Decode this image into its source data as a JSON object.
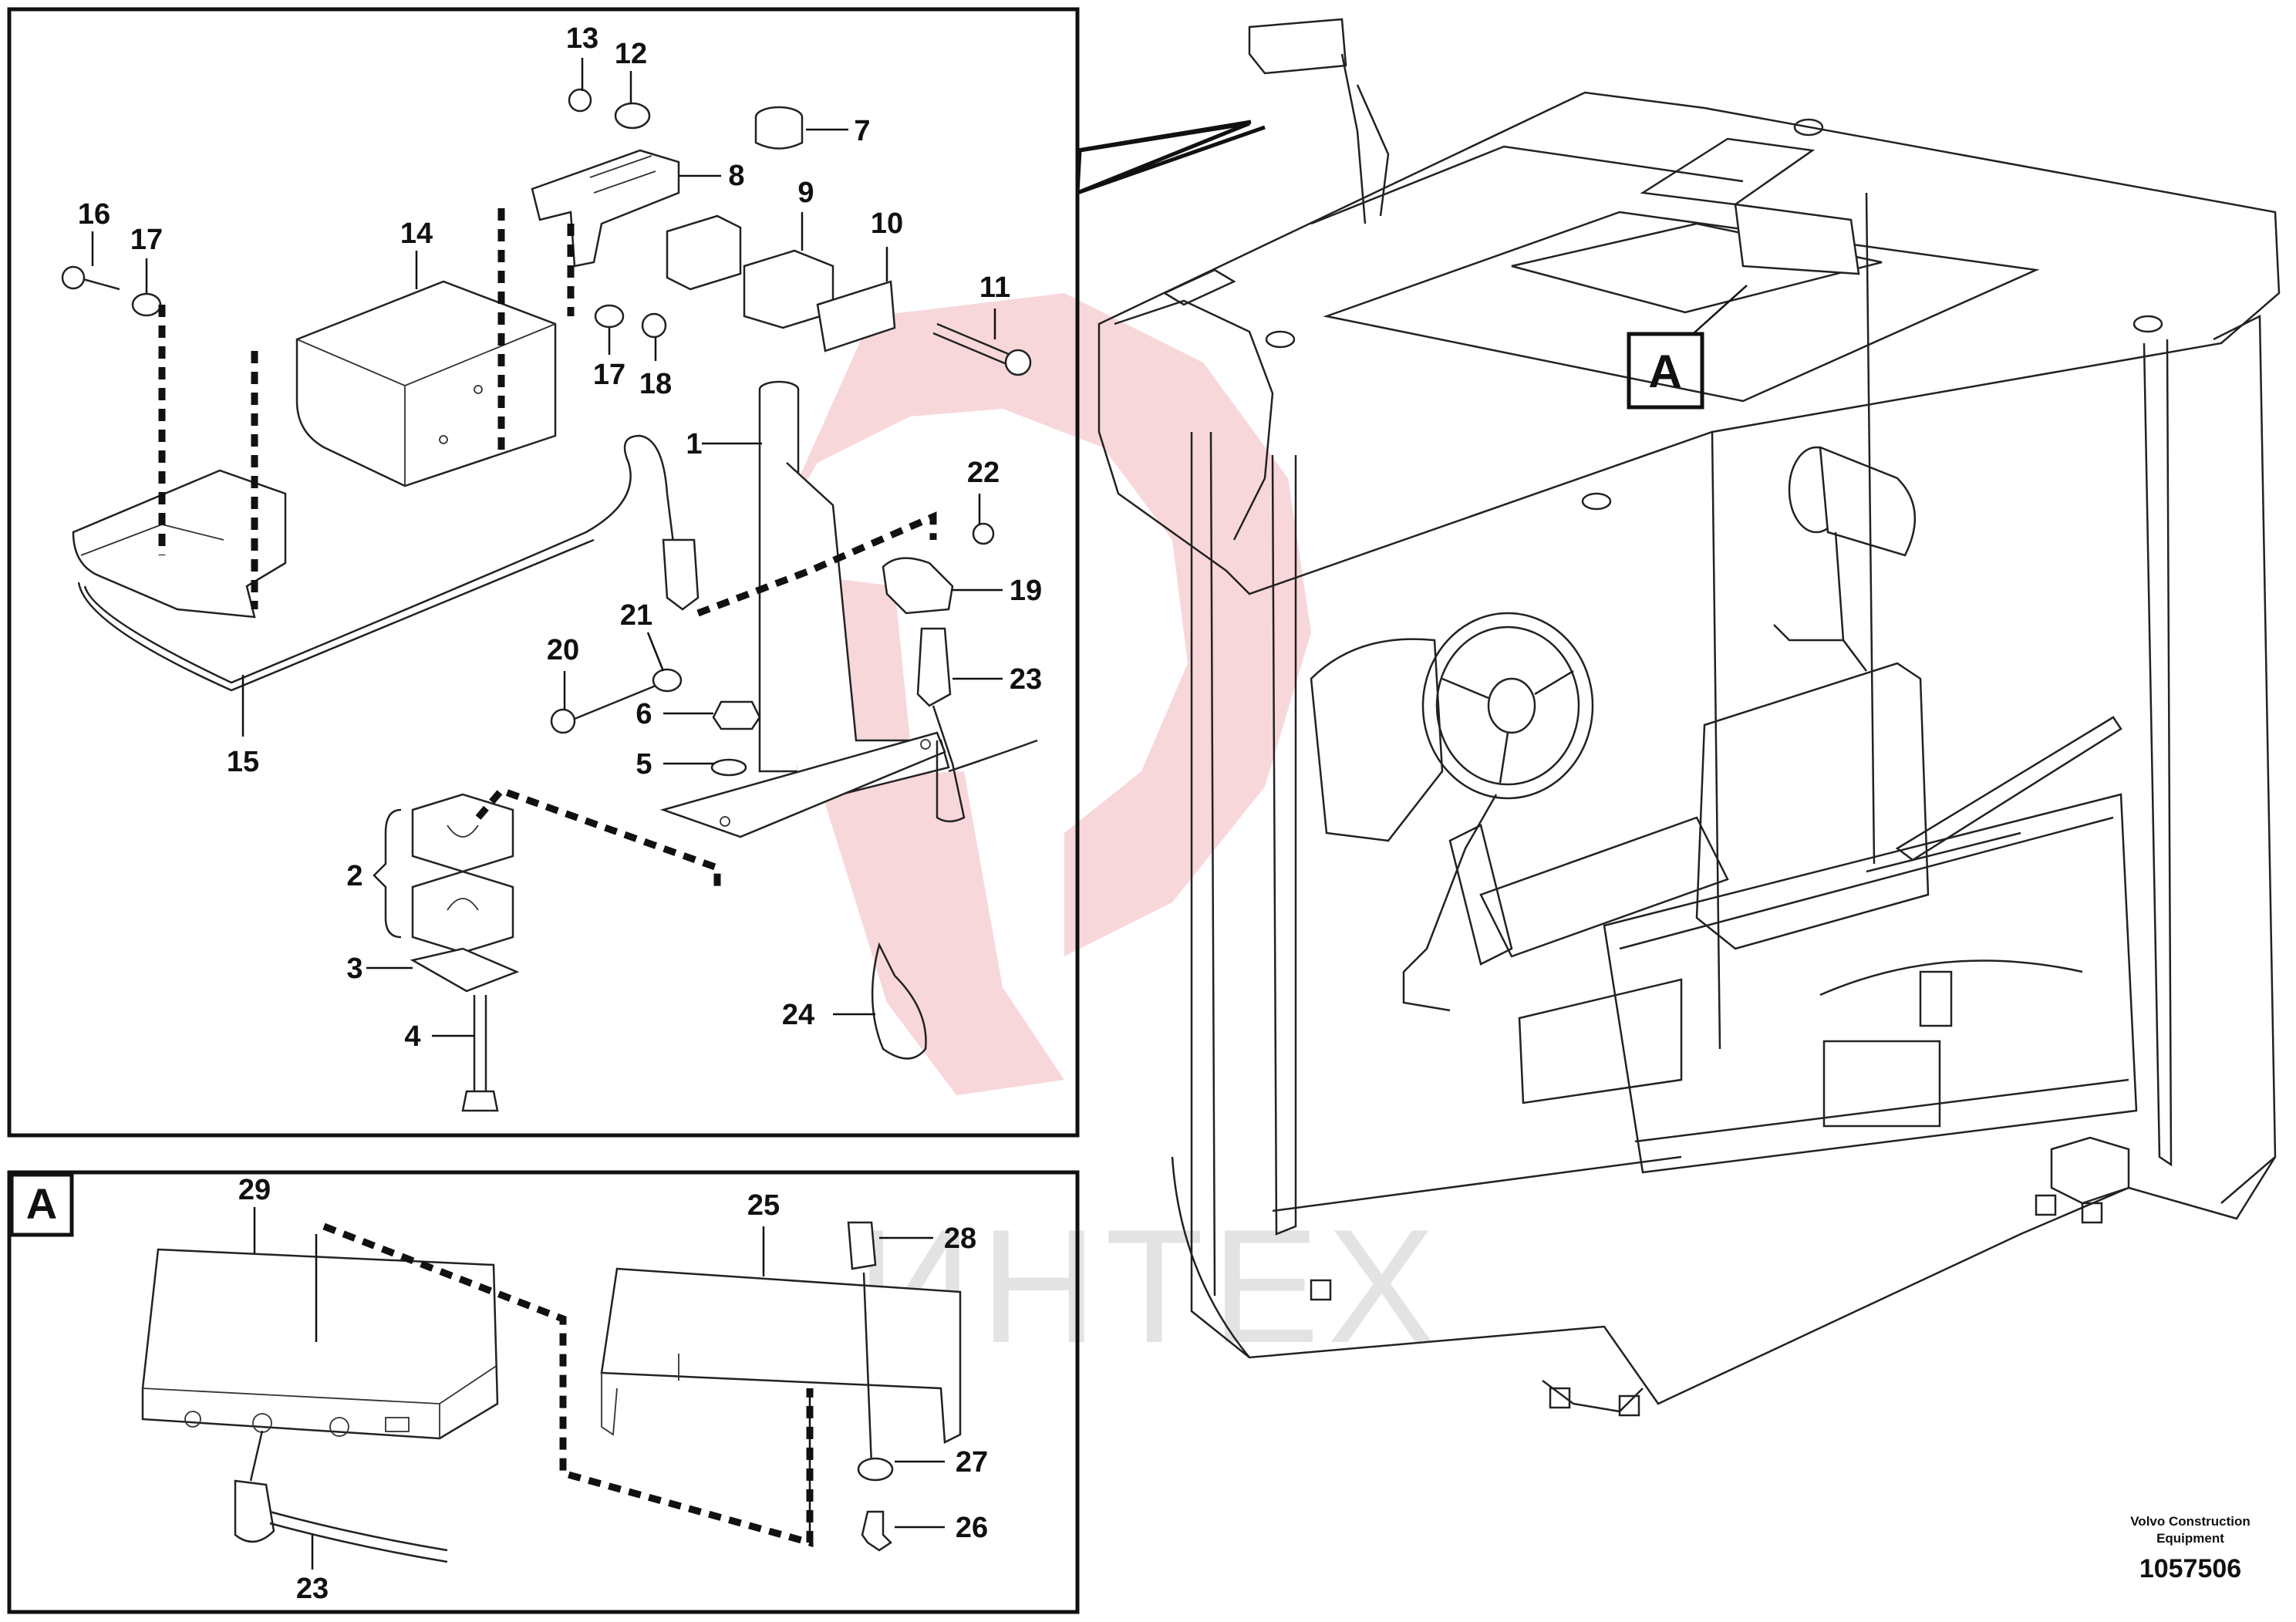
{
  "diagram": {
    "callouts": [
      {
        "id": "c1",
        "text": "1"
      },
      {
        "id": "c2",
        "text": "2"
      },
      {
        "id": "c3",
        "text": "3"
      },
      {
        "id": "c4",
        "text": "4"
      },
      {
        "id": "c5",
        "text": "5"
      },
      {
        "id": "c6",
        "text": "6"
      },
      {
        "id": "c7",
        "text": "7"
      },
      {
        "id": "c8",
        "text": "8"
      },
      {
        "id": "c9",
        "text": "9"
      },
      {
        "id": "c10",
        "text": "10"
      },
      {
        "id": "c11",
        "text": "11"
      },
      {
        "id": "c12",
        "text": "12"
      },
      {
        "id": "c13",
        "text": "13"
      },
      {
        "id": "c14",
        "text": "14"
      },
      {
        "id": "c15",
        "text": "15"
      },
      {
        "id": "c16",
        "text": "16"
      },
      {
        "id": "c17a",
        "text": "17"
      },
      {
        "id": "c17b",
        "text": "17"
      },
      {
        "id": "c18",
        "text": "18"
      },
      {
        "id": "c19",
        "text": "19"
      },
      {
        "id": "c20",
        "text": "20"
      },
      {
        "id": "c21",
        "text": "21"
      },
      {
        "id": "c22",
        "text": "22"
      },
      {
        "id": "c23a",
        "text": "23"
      },
      {
        "id": "c23b",
        "text": "23"
      },
      {
        "id": "c24",
        "text": "24"
      },
      {
        "id": "c25",
        "text": "25"
      },
      {
        "id": "c26",
        "text": "26"
      },
      {
        "id": "c27",
        "text": "27"
      },
      {
        "id": "c28",
        "text": "28"
      },
      {
        "id": "c29",
        "text": "29"
      }
    ],
    "detail_marker_main": "A",
    "detail_marker_inset": "A",
    "watermark": "ИНТЕХ",
    "publisher_line1": "Volvo Construction",
    "publisher_line2": "Equipment",
    "illustration_number": "1057506"
  }
}
